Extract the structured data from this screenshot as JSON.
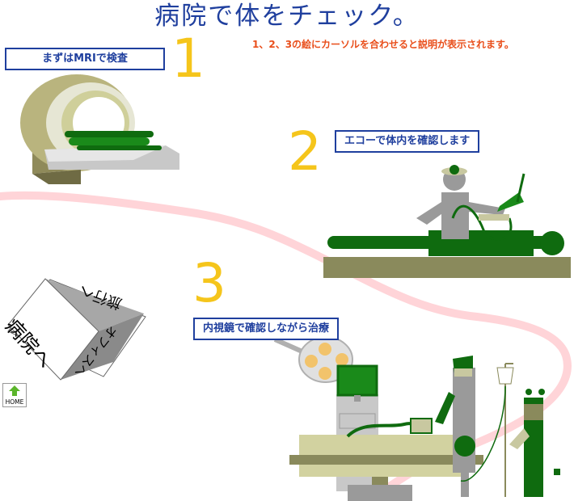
{
  "page": {
    "title": "病院で体をチェック。",
    "instruction": "1、2、3の絵にカーソルを合わせると説明が表示されます。"
  },
  "steps": [
    {
      "number": "1",
      "label": "まずはMRIで検査"
    },
    {
      "number": "2",
      "label": "エコーで体内を確認します"
    },
    {
      "number": "3",
      "label": "内視鏡で確認しながら治療"
    }
  ],
  "cube": {
    "front": "病院へ",
    "top": "旅行へ",
    "side": "オフィスへ"
  },
  "home": {
    "label": "HOME"
  },
  "colors": {
    "title": "#1f3f9e",
    "instruction": "#e94f1c",
    "number": "#f5c51b",
    "green": "#0f6b0f",
    "olive": "#8a8a5c",
    "path": "#ffc6cc"
  }
}
